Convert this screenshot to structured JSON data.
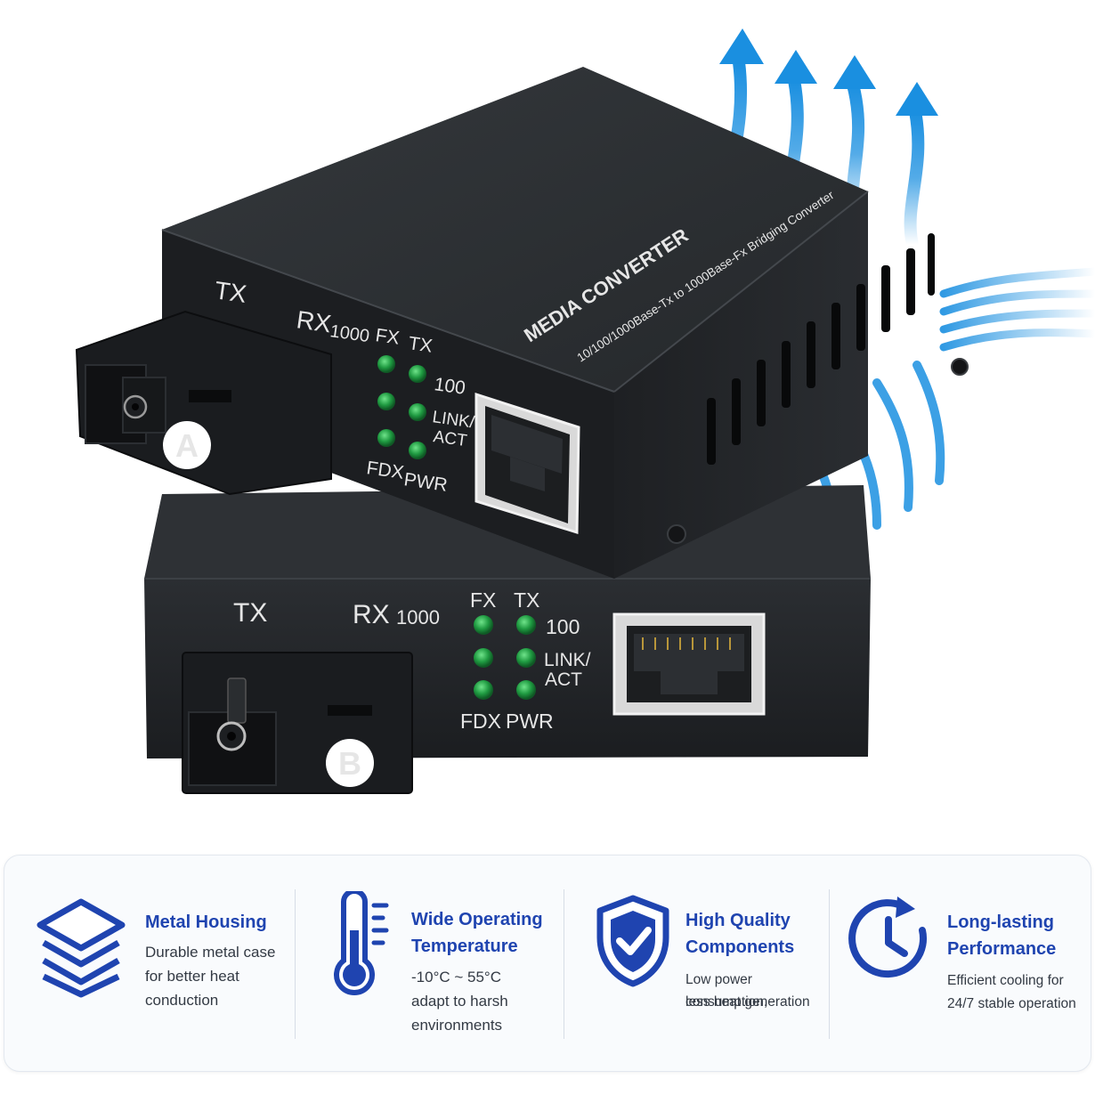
{
  "device_a": {
    "port_tx": "TX",
    "port_rx": "RX",
    "speed": "1000",
    "badge": "A",
    "led_fx": "FX",
    "led_tx": "TX",
    "led_100": "100",
    "led_link": "LINK/",
    "led_act": "ACT",
    "led_fdx": "FDX",
    "led_pwr": "PWR",
    "top_title": "MEDIA CONVERTER",
    "top_subtitle": "10/100/1000Base-Tx to 1000Base-Fx Bridging Converter"
  },
  "device_b": {
    "port_tx": "TX",
    "port_rx": "RX",
    "speed": "1000",
    "badge": "B",
    "led_fx": "FX",
    "led_tx": "TX",
    "led_100": "100",
    "led_link": "LINK/",
    "led_act": "ACT",
    "led_fdx": "FDX",
    "led_pwr": "PWR"
  },
  "colors": {
    "accent": "#1f44b0",
    "airflow": "#1a8fe0",
    "led": "#21a84a",
    "housing": "#202326"
  },
  "features": [
    {
      "icon": "layers-icon",
      "title1": "Metal Housing",
      "title2": "",
      "desc": [
        "Durable metal case",
        "for better heat",
        "conduction"
      ]
    },
    {
      "icon": "thermometer-icon",
      "title1": "Wide Operating",
      "title2": "Temperature",
      "desc": [
        "-10°C ~ 55°C",
        "adapt to harsh",
        "environments"
      ]
    },
    {
      "icon": "shield-check-icon",
      "title1": "High Quality",
      "title2": "Components",
      "desc": [
        "Low power consumption,",
        "less heat generation"
      ]
    },
    {
      "icon": "clock-refresh-icon",
      "title1": "Long-lasting",
      "title2": "Performance",
      "desc": [
        "Efficient cooling for",
        "24/7 stable operation"
      ]
    }
  ]
}
